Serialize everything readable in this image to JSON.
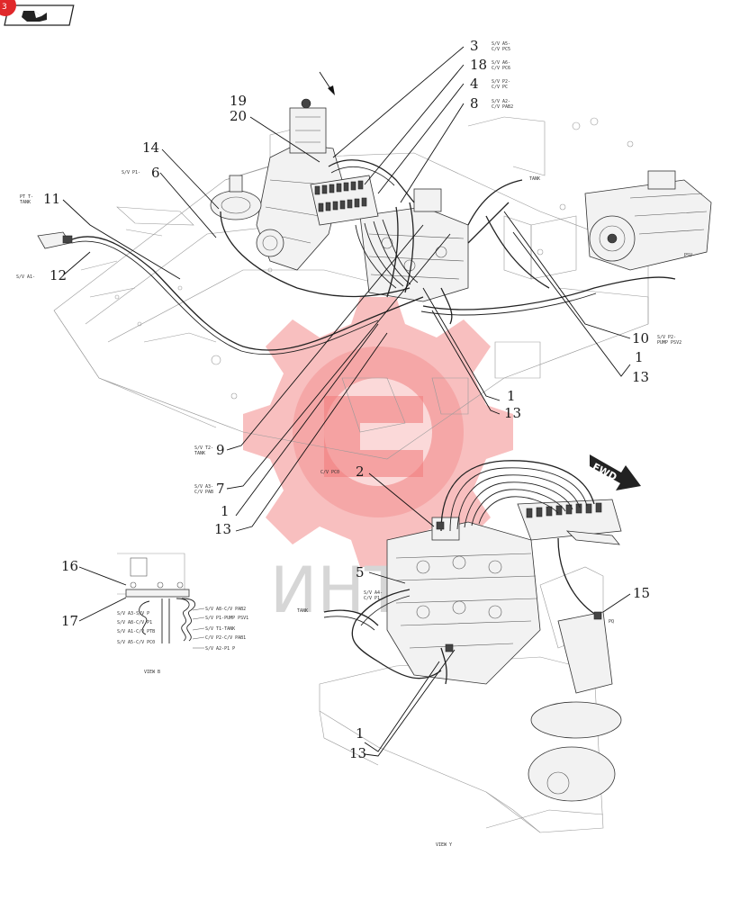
{
  "callouts": [
    {
      "id": "c3",
      "text": "3"
    },
    {
      "id": "c18",
      "text": "18"
    },
    {
      "id": "c4",
      "text": "4"
    },
    {
      "id": "c8",
      "text": "8"
    },
    {
      "id": "c19",
      "text": "19"
    },
    {
      "id": "c20",
      "text": "20"
    },
    {
      "id": "c14",
      "text": "14"
    },
    {
      "id": "c6",
      "text": "6"
    },
    {
      "id": "c11",
      "text": "11"
    },
    {
      "id": "c12",
      "text": "12"
    },
    {
      "id": "c10",
      "text": "10"
    },
    {
      "id": "c1a",
      "text": "1"
    },
    {
      "id": "c13a",
      "text": "13"
    },
    {
      "id": "c1b",
      "text": "1"
    },
    {
      "id": "c13b",
      "text": "13"
    },
    {
      "id": "c9",
      "text": "9"
    },
    {
      "id": "c7",
      "text": "7"
    },
    {
      "id": "c1c",
      "text": "1"
    },
    {
      "id": "c13c",
      "text": "13"
    },
    {
      "id": "c2",
      "text": "2"
    },
    {
      "id": "c5",
      "text": "5"
    },
    {
      "id": "c15",
      "text": "15"
    },
    {
      "id": "c16",
      "text": "16"
    },
    {
      "id": "c17",
      "text": "17"
    },
    {
      "id": "c1d",
      "text": "1"
    },
    {
      "id": "c13d",
      "text": "13"
    }
  ],
  "small_labels": {
    "l3a": "S/V A5-",
    "l3b": "C/V PC5",
    "l18a": "S/V A6-",
    "l18b": "C/V PC6",
    "l4a": "S/V P2-",
    "l4b": "C/V PC",
    "l8a": "S/V A2-",
    "l8b": "C/V PAB2",
    "l6": "S/V P1-",
    "l11a": "PT T-",
    "l11b": "TANK",
    "l12": "S/V A1-",
    "l10a": "S/V P2-",
    "l10b": "PUMP PSV2",
    "l9a": "S/V T2-",
    "l9b": "TANK",
    "l7a": "S/V A3-",
    "l7b": "C/V PAB",
    "l2": "C/V PC0",
    "l5a": "S/V A4-",
    "l5b": "C/V P1",
    "tank1": "TANK",
    "tank2": "TANK",
    "psv": "PSV",
    "pq": "PQ",
    "s1": "S/V A3-S/V P",
    "s2": "S/V A8-C/V P1",
    "s3": "S/V A1-C/V PTB",
    "s4": "S/V A5-C/V PC0",
    "r1": "S/V A8-C/V PAB2",
    "r2": "S/V P1-PUMP PSV1",
    "r3": "S/V T1-TANK",
    "r4": "C/V P2-C/V PAB1",
    "r5": "S/V A2-P1 P"
  },
  "view_labels": {
    "view_small": "VIEW B",
    "view_main": "VIEW Y"
  },
  "fwd": "FWD",
  "watermark": "ИНТЕХ",
  "corner_badge": "3",
  "colors": {
    "watermark": "#e53a3a",
    "badge": "#e0282a",
    "line": "#222222"
  }
}
